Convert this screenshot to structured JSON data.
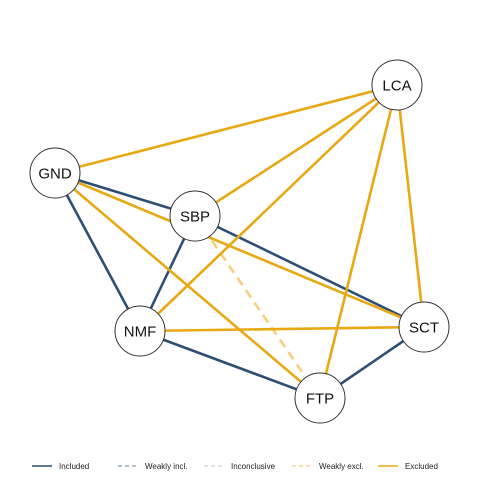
{
  "colors": {
    "included": "#2e4f74",
    "weakly_included": "#7f97bb",
    "inconclusive": "#c9cfd6",
    "weakly_excluded": "#f6cf7e",
    "excluded": "#e8a812",
    "node_fill": "#ffffff",
    "node_stroke": "#333333"
  },
  "nodes": [
    {
      "id": "LCA",
      "label": "LCA"
    },
    {
      "id": "GND",
      "label": "GND"
    },
    {
      "id": "SBP",
      "label": "SBP"
    },
    {
      "id": "NMF",
      "label": "NMF"
    },
    {
      "id": "SCT",
      "label": "SCT"
    },
    {
      "id": "FTP",
      "label": "FTP"
    }
  ],
  "edges": [
    {
      "source": "GND",
      "target": "SBP",
      "status": "included"
    },
    {
      "source": "GND",
      "target": "NMF",
      "status": "included"
    },
    {
      "source": "SBP",
      "target": "NMF",
      "status": "included"
    },
    {
      "source": "SBP",
      "target": "SCT",
      "status": "included"
    },
    {
      "source": "NMF",
      "target": "FTP",
      "status": "included"
    },
    {
      "source": "FTP",
      "target": "SCT",
      "status": "included"
    },
    {
      "source": "SBP",
      "target": "FTP",
      "status": "weakly_excluded"
    },
    {
      "source": "GND",
      "target": "LCA",
      "status": "excluded"
    },
    {
      "source": "LCA",
      "target": "SBP",
      "status": "excluded"
    },
    {
      "source": "LCA",
      "target": "NMF",
      "status": "excluded"
    },
    {
      "source": "LCA",
      "target": "FTP",
      "status": "excluded"
    },
    {
      "source": "LCA",
      "target": "SCT",
      "status": "excluded"
    },
    {
      "source": "GND",
      "target": "SCT",
      "status": "excluded"
    },
    {
      "source": "GND",
      "target": "FTP",
      "status": "excluded"
    },
    {
      "source": "NMF",
      "target": "SCT",
      "status": "excluded"
    }
  ],
  "legend": [
    {
      "status": "included",
      "label": "Included"
    },
    {
      "status": "weakly_included",
      "label": "Weakly incl."
    },
    {
      "status": "inconclusive",
      "label": "Inconclusive"
    },
    {
      "status": "weakly_excluded",
      "label": "Weakly excl."
    },
    {
      "status": "excluded",
      "label": "Excluded"
    }
  ]
}
